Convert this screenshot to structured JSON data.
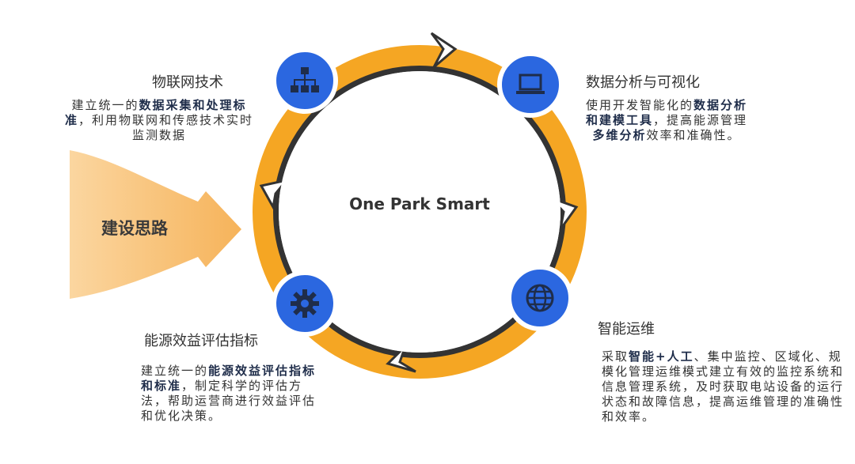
{
  "center": {
    "title": "One Park Smart"
  },
  "arrow": {
    "label": "建设思路"
  },
  "colors": {
    "orange": "#f5a623",
    "dark": "#333333",
    "blue": "#2b67e0",
    "arrow": "#f9c57c"
  },
  "nodes": [
    {
      "icon": "hierarchy-icon",
      "heading": "物联网技术",
      "desc": {
        "t1": "建立统一的",
        "b1": "数据采集和处理标准",
        "t2": "，利用物联网和传感技术实时监测数据"
      }
    },
    {
      "icon": "laptop-icon",
      "heading": "数据分析与可视化",
      "desc": {
        "t1": "使用开发智能化的",
        "b1": "数据分析和建模工具",
        "t2": "，提高能源管理",
        "b2": "多维分析",
        "t3": "效率和准确性。"
      }
    },
    {
      "icon": "globe-icon",
      "heading": "智能运维",
      "desc": {
        "t1": "采取",
        "b1": "智能+人工",
        "t2": "、集中监控、区域化、规模化管理运维模式建立有效的监控系统和信息管理系统，及时获取电站设备的运行状态和故障信息，提高运维管理的准确性和效率。"
      }
    },
    {
      "icon": "gear-icon",
      "heading": "能源效益评估指标",
      "desc": {
        "t1": "建立统一的",
        "b1": "能源效益评估指标和标准",
        "t2": "，制定科学的评估方法，帮助运营商进行效益评估和优化决策。"
      }
    }
  ]
}
